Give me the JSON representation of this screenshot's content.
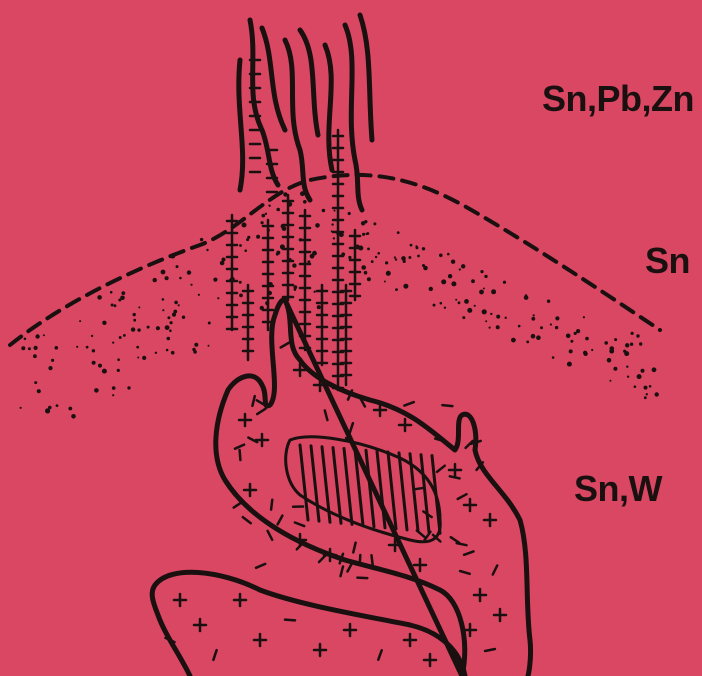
{
  "background_color": "#d94763",
  "ink_color": "#1a1010",
  "zones": [
    {
      "label": "Sn,Pb,Zn"
    },
    {
      "label": "Sn"
    },
    {
      "label": "Sn,W"
    }
  ]
}
